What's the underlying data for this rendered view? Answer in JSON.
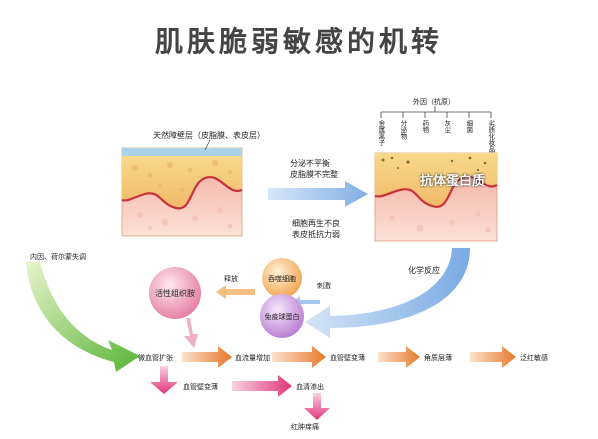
{
  "title": "肌肤脆弱敏感的机转",
  "left_panel": {
    "label": "天然障壁层（皮脂膜、表皮层）"
  },
  "causes": {
    "line1": "分泌不平衡",
    "line2": "皮脂膜不完整",
    "line3": "细胞再生不良",
    "line4": "表皮抵抗力弱"
  },
  "external": {
    "header": "外因（抗原）",
    "items": [
      "金属离子",
      "分泌物",
      "药物",
      "灰尘",
      "细菌",
      "劣质化妆品"
    ]
  },
  "right_panel": {
    "protein_label": "抗体蛋白质"
  },
  "internal_cause": "内因、荷尔蒙失调",
  "chemical_reaction": "化学反应",
  "release_label": "释放",
  "stimulate_label": "刺激",
  "circles": {
    "active_tissue": "活性组织胺",
    "mast_cell": "吞噬细胞",
    "immunoglobulin": "免疫球蛋白"
  },
  "flow": {
    "row1": [
      "微血管扩张",
      "血流量增加",
      "血管壁变薄",
      "角质层薄",
      "泛红敏感"
    ],
    "row2": [
      "血管壁变薄",
      "血清渗出"
    ],
    "row3": "红肿痒痛"
  },
  "colors": {
    "orange_arrow": "#e8782a",
    "pink_arrow": "#e0357a",
    "green_arrow": "#5cb82a",
    "blue_arrow": "#8fb8e8"
  }
}
